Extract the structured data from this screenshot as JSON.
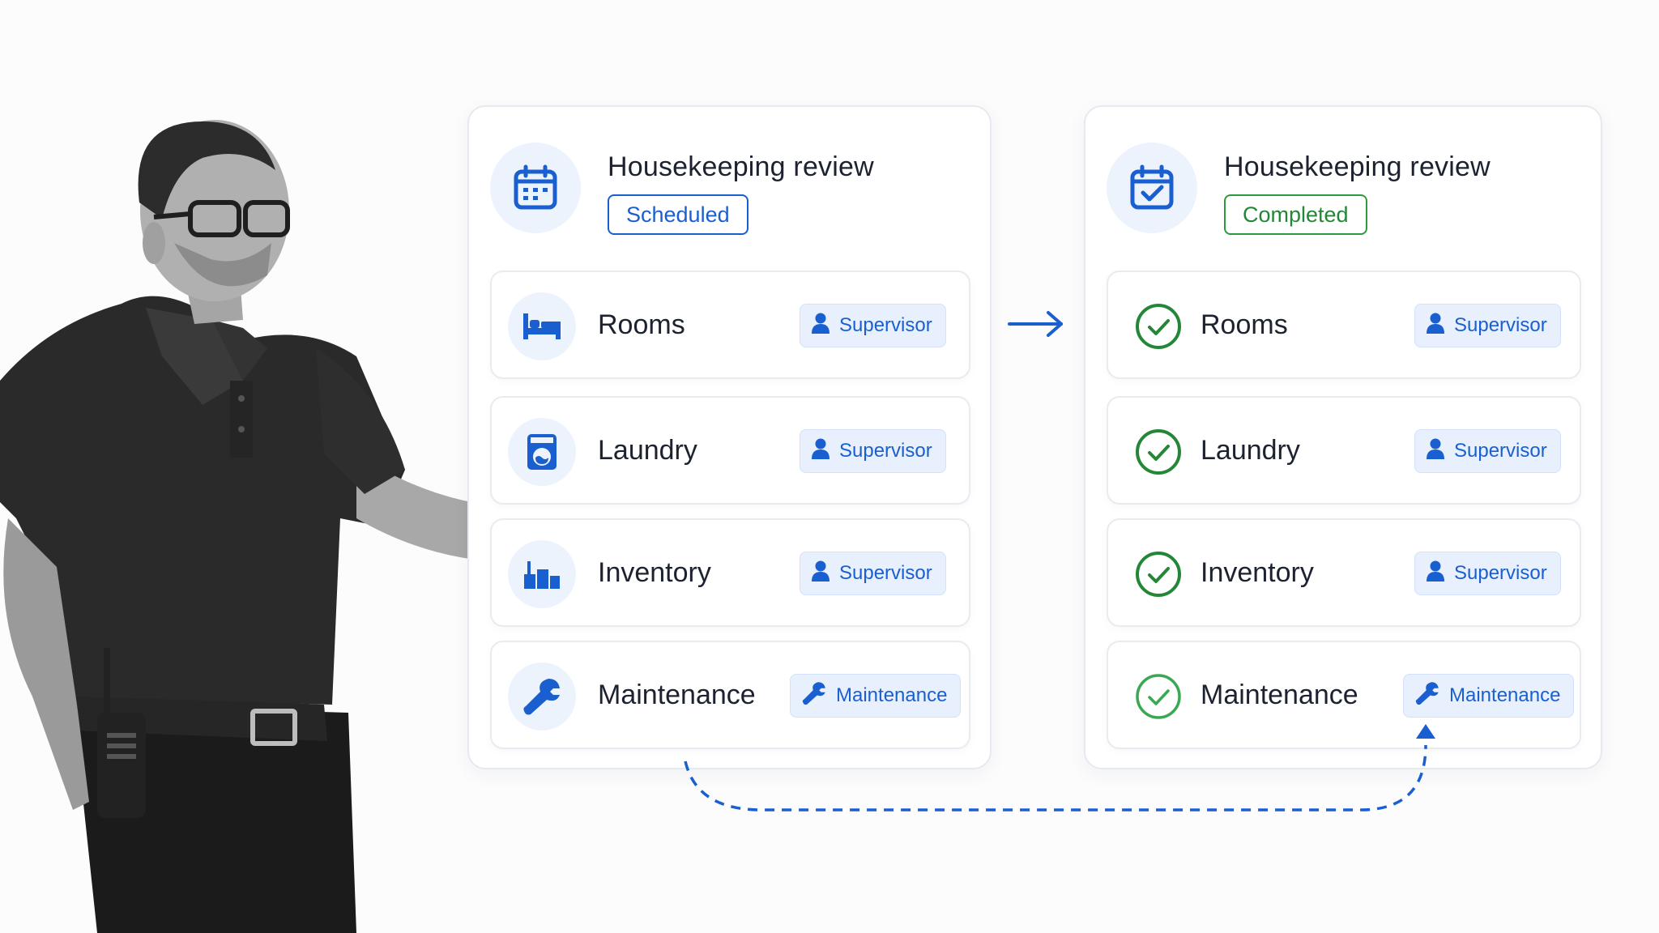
{
  "colors": {
    "accent_blue": "#1a5fd0",
    "success_green": "#238737",
    "icon_bg": "#edf3fd",
    "tag_bg": "#e8f0fd"
  },
  "before": {
    "title": "Housekeeping review",
    "status": "Scheduled",
    "header_icon": "calendar-icon",
    "rows": [
      {
        "label": "Rooms",
        "icon": "bed-icon",
        "role": "Supervisor",
        "role_icon": "person-icon"
      },
      {
        "label": "Laundry",
        "icon": "washing-machine-icon",
        "role": "Supervisor",
        "role_icon": "person-icon"
      },
      {
        "label": "Inventory",
        "icon": "boxes-icon",
        "role": "Supervisor",
        "role_icon": "person-icon"
      },
      {
        "label": "Maintenance",
        "icon": "wrench-icon",
        "role": "Maintenance",
        "role_icon": "wrench-icon"
      }
    ]
  },
  "after": {
    "title": "Housekeeping review",
    "status": "Completed",
    "header_icon": "calendar-check-icon",
    "rows": [
      {
        "label": "Rooms",
        "icon": "check-circle-icon",
        "role": "Supervisor",
        "role_icon": "person-icon"
      },
      {
        "label": "Laundry",
        "icon": "check-circle-icon",
        "role": "Supervisor",
        "role_icon": "person-icon"
      },
      {
        "label": "Inventory",
        "icon": "check-circle-icon",
        "role": "Supervisor",
        "role_icon": "person-icon"
      },
      {
        "label": "Maintenance",
        "icon": "check-circle-icon",
        "role": "Maintenance",
        "role_icon": "wrench-icon"
      }
    ]
  }
}
